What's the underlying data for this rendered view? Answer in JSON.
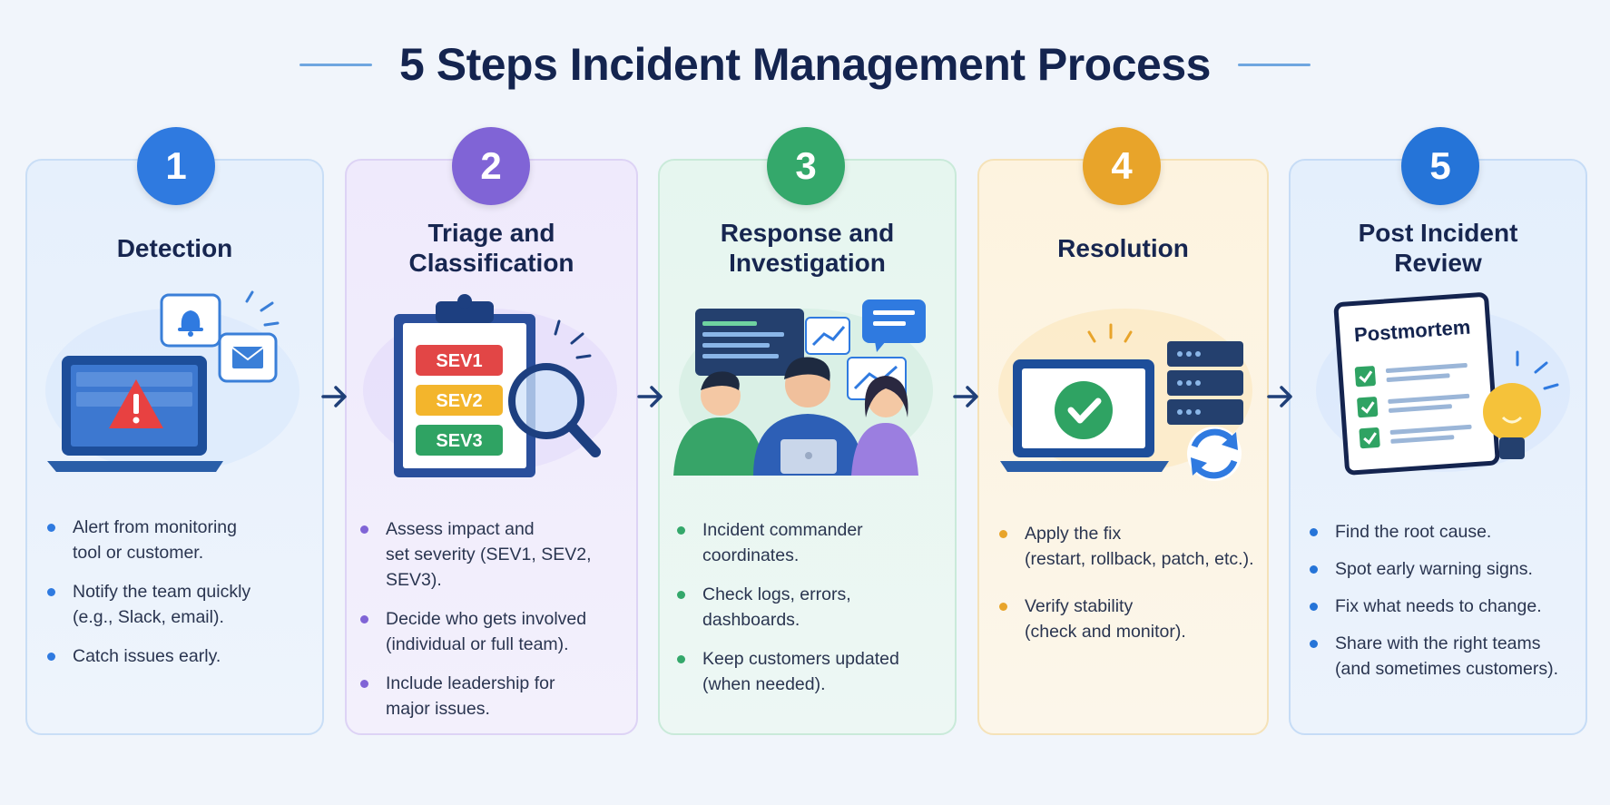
{
  "title": "5 Steps Incident Management Process",
  "colors": {
    "step1": "#2f7ae0",
    "step2": "#8064d6",
    "step3": "#34a86b",
    "step4": "#e8a42a",
    "step5": "#2574d8",
    "navy": "#14244f"
  },
  "steps": [
    {
      "number": "1",
      "title_lines": [
        "Detection"
      ],
      "bullets": [
        [
          "Alert from monitoring",
          "tool or customer."
        ],
        [
          "Notify the team quickly",
          "(e.g., Slack, email)."
        ],
        [
          "Catch issues early."
        ]
      ]
    },
    {
      "number": "2",
      "title_lines": [
        "Triage and",
        "Classification"
      ],
      "severity_labels": [
        "SEV1",
        "SEV2",
        "SEV3"
      ],
      "bullets": [
        [
          "Assess impact and",
          "set severity (SEV1, SEV2, SEV3)."
        ],
        [
          "Decide who gets involved",
          "(individual or full team)."
        ],
        [
          "Include leadership for",
          "major issues."
        ]
      ]
    },
    {
      "number": "3",
      "title_lines": [
        "Response and",
        "Investigation"
      ],
      "bullets": [
        [
          "Incident commander",
          "coordinates."
        ],
        [
          "Check logs, errors, dashboards."
        ],
        [
          "Keep customers updated",
          "(when needed)."
        ]
      ]
    },
    {
      "number": "4",
      "title_lines": [
        "Resolution"
      ],
      "bullets": [
        [
          "Apply the fix",
          "(restart, rollback, patch, etc.)."
        ],
        [
          "Verify stability",
          "(check and monitor)."
        ]
      ]
    },
    {
      "number": "5",
      "title_lines": [
        "Post Incident",
        "Review"
      ],
      "doc_title": "Postmortem",
      "bullets": [
        [
          "Find the root cause."
        ],
        [
          "Spot early warning signs."
        ],
        [
          "Fix what needs to change."
        ],
        [
          "Share with the right teams",
          "(and sometimes customers)."
        ]
      ]
    }
  ]
}
